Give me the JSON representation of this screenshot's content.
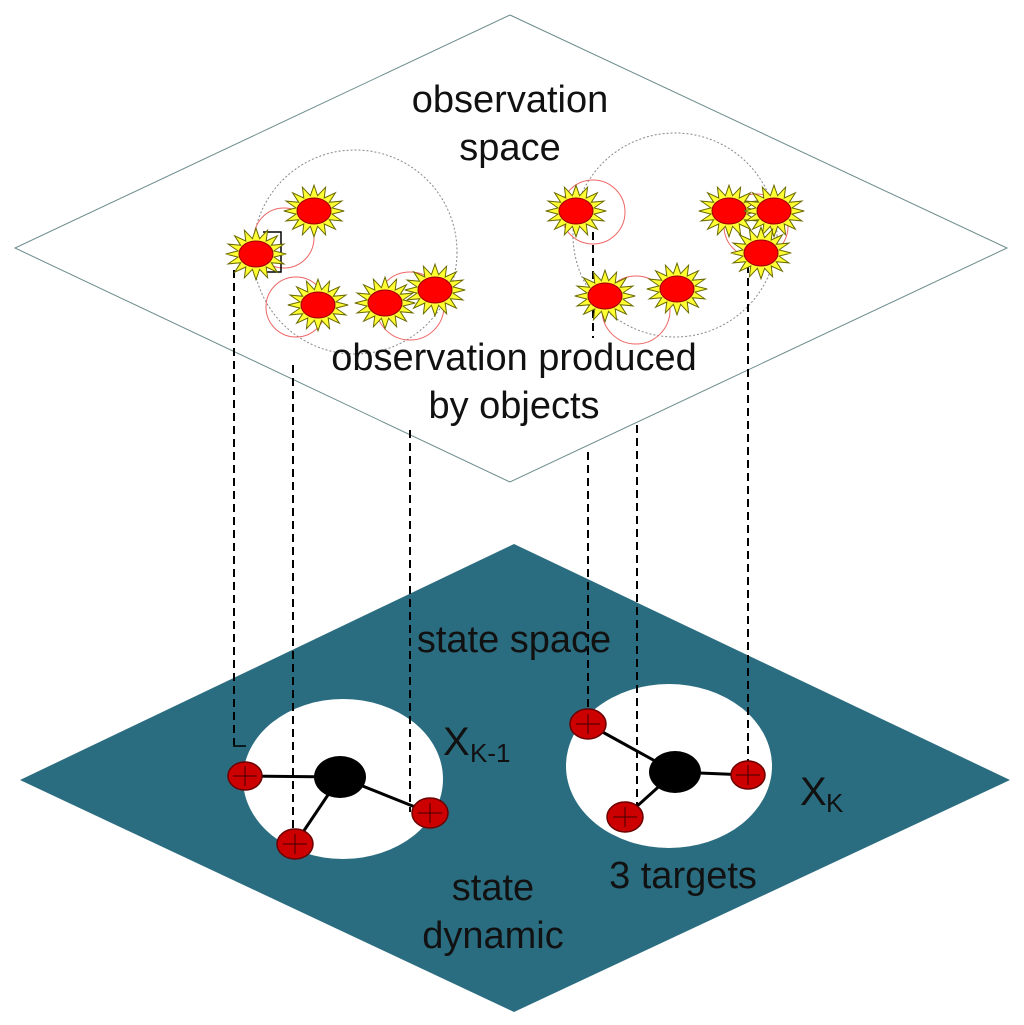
{
  "observation_plane": {
    "title_line1": "observation",
    "title_line2": "space",
    "caption_line1": "observation produced",
    "caption_line2": "by objects"
  },
  "state_plane": {
    "title": "state space",
    "left_state_main": "X",
    "left_state_sub": "K-1",
    "right_state_main": "X",
    "right_state_sub": "K",
    "targets_label": "3 targets",
    "dynamic_line1": "state",
    "dynamic_line2": "dynamic"
  },
  "colors": {
    "state_plane_fill": "#2b6d80",
    "star_fill": "#ffff33",
    "observation_dot": "#ff0000",
    "target_dot": "#cc0000",
    "center_node": "#000000"
  },
  "icons": {
    "observation": "burst-star-icon",
    "target": "target-dot-icon"
  }
}
